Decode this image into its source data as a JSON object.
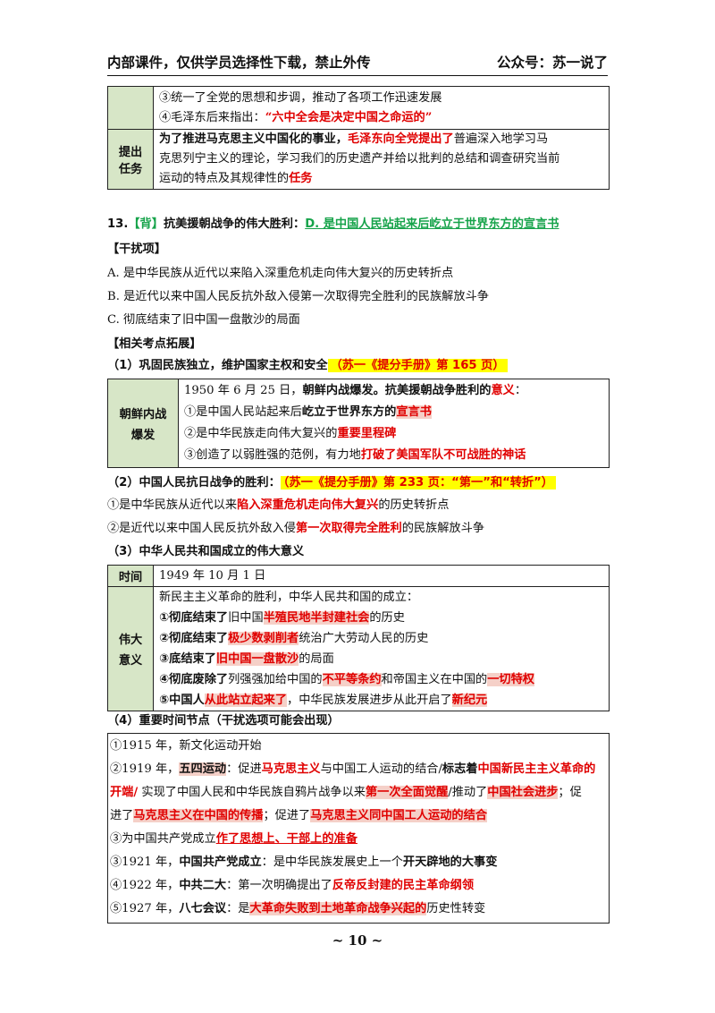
{
  "header": {
    "left": "内部课件，仅供学员选择性下载，禁止外传",
    "right": "公众号：苏一说了"
  },
  "table1": {
    "row1": {
      "line1": "③统一了全党的思想和步调，推动了各项工作迅速发展",
      "line2_a": "④毛泽东后来指出：",
      "line2_b": "“六中全会是决定中国之命运的”"
    },
    "row2": {
      "label": [
        "提出",
        "任务"
      ],
      "l1_a": "为了推进马克思主义中国化的事业，",
      "l1_b": "毛泽东向全党提出了",
      "l1_c": "普遍深入地学习马",
      "l2": "克思列宁主义的理论，学习我们的历史遗产并给以批判的总结和调查研究当前",
      "l3_a": "运动的特点及其规律性的",
      "l3_b": "任务"
    }
  },
  "q13": {
    "num": "13.",
    "tag": "【背】",
    "stem": "抗美援朝战争的伟大胜利：",
    "answer": "D. 是中国人民站起来后屹立于世界东方的宣言书",
    "distract_title": "【干扰项】",
    "options": [
      "A. 是中华民族从近代以来陷入深重危机走向伟大复兴的历史转折点",
      "B. 是近代以来中国人民反抗外敌入侵第一次取得完全胜利的民族解放斗争",
      "C. 彻底结束了旧中国一盘散沙的局面"
    ],
    "extend_title": "【相关考点拓展】"
  },
  "s1": {
    "title": "（1）巩固民族独立，维护国家主权和安全",
    "ref": "（苏一《提分手册》第 165 页）",
    "label": [
      "朝鲜内战",
      "爆发"
    ],
    "l0_a": "1950 年 6 月 25 日，",
    "l0_b": "朝鲜内战爆发。抗美援朝战争胜利的",
    "l0_c": "意义",
    "l0_d": "：",
    "l1_a": "①是中国人民站起来后",
    "l1_b": "屹立于世界东方的",
    "l1_c": "宣言书",
    "l2_a": "②是中华民族走向伟大复兴的",
    "l2_b": "重要里程碑",
    "l3_a": "③创造了以弱胜强的范例，有力地",
    "l3_b": "打破了美国军队不可战胜的神话"
  },
  "s2": {
    "title": "（2）中国人民抗日战争的胜利：",
    "ref": "（苏一《提分手册》第 233 页：“第一”和“转折”）",
    "l1_a": "①是中华民族从近代以来",
    "l1_b": "陷入深重危机走向伟大复兴",
    "l1_c": "的历史转折点",
    "l2_a": "②是近代以来中国人民反抗外敌入侵",
    "l2_b": "第一次取得完全胜利",
    "l2_c": "的民族解放斗争"
  },
  "s3": {
    "title": "（3）中华人民共和国成立的伟大意义",
    "time_label": "时间",
    "time_value": "1949 年 10 月 1 日",
    "label": [
      "伟大",
      "意义"
    ],
    "l0": "新民主主义革命的胜利，中华人民共和国的成立：",
    "l1_a": "①彻底结束了",
    "l1_b": "旧中国",
    "l1_c": "半殖民地半封建社会",
    "l1_d": "的历史",
    "l2_a": "②彻底结束了",
    "l2_b": "极少数剥削者",
    "l2_c": "统治广大劳动人民的历史",
    "l3_a": "③底结束了",
    "l3_b": "旧中国一盘散沙",
    "l3_c": "的局面",
    "l4_a": "④彻底废除了",
    "l4_b": "列强强加给中国的",
    "l4_c": "不平等条约",
    "l4_d": "和帝国主义在中国的",
    "l4_e": "一切特权",
    "l5_a": "⑤中国人",
    "l5_b": "从此站立起来了",
    "l5_c": "，中华民族发展进步从此开启了",
    "l5_d": "新纪元"
  },
  "s4": {
    "title": "（4）重要时间节点（干扰选项可能会出现）",
    "l1": "①1915 年，新文化运动开始",
    "l2_a": "②1919 年，",
    "l2_b": "五四运动",
    "l2_c": "：促进",
    "l2_d": "马克思主义",
    "l2_e": "与中国工人运动的结合/",
    "l2_f": "标志着",
    "l2_g": "中国新民主主义革命的",
    "l3_a": "开端/",
    "l3_b": " 实现了中国人民和中华民族自鸦片战争以来",
    "l3_c": "第一次全面觉醒",
    "l3_d": "/推动了",
    "l3_e": "中国社会进步",
    "l3_f": "；促",
    "l4_a": "进了",
    "l4_b": "马克思主义在中国的传播",
    "l4_c": "；促进了",
    "l4_d": "马克思主义同中国工人运动的结合",
    "l5_a": "③为中国共产党成立",
    "l5_b": "作了思想上、干部上的准备",
    "l6_a": "③1921 年，",
    "l6_b": "中国共产党成立",
    "l6_c": "：是中华民族发展史上一个",
    "l6_d": "开天辟地的大事变",
    "l7_a": "④1922 年，",
    "l7_b": "中共二大",
    "l7_c": "：第一次明确提出了",
    "l7_d": "反帝反封建的民主革命纲领",
    "l8_a": "⑤1927 年，",
    "l8_b": "八七会议",
    "l8_c": "：是",
    "l8_d": "大革命失败到土地革命战争兴起的",
    "l8_e": "历史性转变"
  },
  "page_number": "~ 10 ~"
}
